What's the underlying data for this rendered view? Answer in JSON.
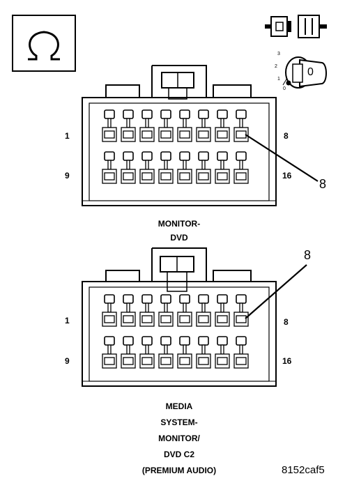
{
  "symbols": {
    "ohm_icon": "omega-symbol-icon",
    "connector_icon": "connector-plug-icon",
    "key_icon": "ignition-key-icon"
  },
  "ignition_key": {
    "positions": [
      "3",
      "2",
      "1",
      "0"
    ],
    "key_label": "0"
  },
  "connector_1": {
    "title_lines": [
      "MONITOR-",
      "DVD"
    ],
    "pin_first_top": "1",
    "pin_last_top": "8",
    "pin_first_bottom": "9",
    "pin_last_bottom": "16",
    "callout": "8"
  },
  "connector_2": {
    "title_lines": [
      "MEDIA",
      "SYSTEM-",
      "MONITOR/",
      "DVD C2",
      "(PREMIUM AUDIO)"
    ],
    "pin_first_top": "1",
    "pin_last_top": "8",
    "pin_first_bottom": "9",
    "pin_last_bottom": "16",
    "callout": "8"
  },
  "figure_code": "8152caf5"
}
